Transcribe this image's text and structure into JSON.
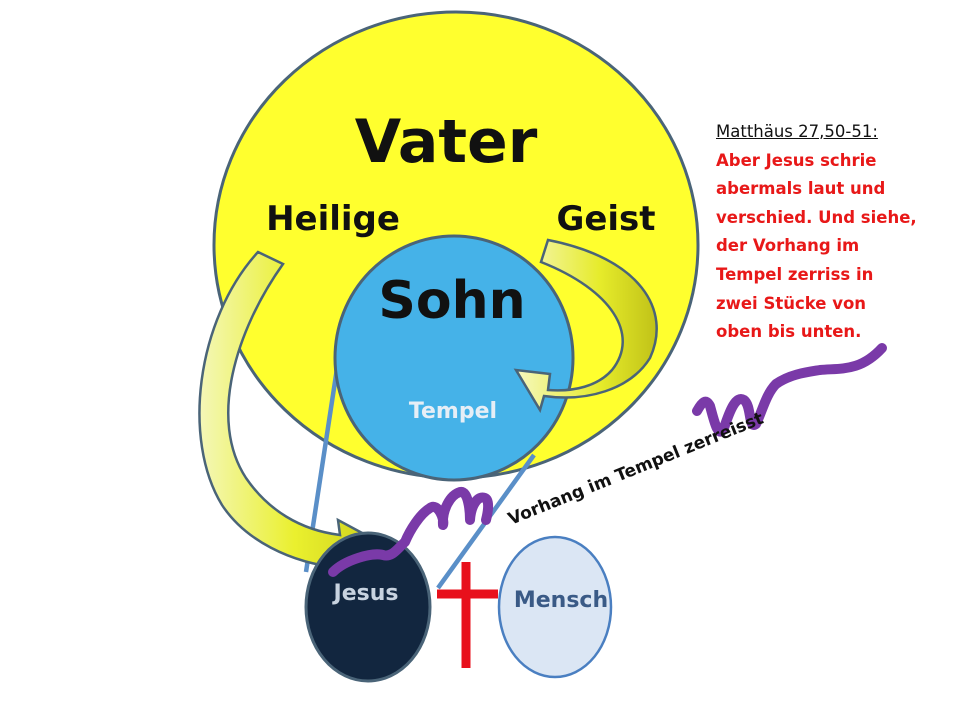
{
  "labels": {
    "vater": "Vater",
    "heilige": "Heilige",
    "geist": "Geist",
    "sohn": "Sohn",
    "tempel": "Tempel",
    "jesus": "Jesus",
    "mensch": "Mensch",
    "vorhang": "Vorhang im Tempel zerreisst"
  },
  "quote": {
    "reference": "Matthäus 27,50-51:",
    "lines": [
      "Aber Jesus schrie",
      "abermals laut und",
      "verschied. Und siehe,",
      "der Vorhang im",
      "Tempel zerriss in",
      "zwei Stücke von",
      "oben bis unten."
    ]
  },
  "colors": {
    "vater_fill": "#ffff2e",
    "outline": "#4a6478",
    "sohn_fill": "#45b2e8",
    "jesus_fill": "#12263f",
    "mensch_fill": "#dbe6f4",
    "mensch_outline": "#4a7fc1",
    "cross": "#e8101c",
    "curtain": "#7a3aa8",
    "connector": "#5a8fc8",
    "quote_text": "#e81818",
    "arrow_fill": "#eaf02e"
  }
}
